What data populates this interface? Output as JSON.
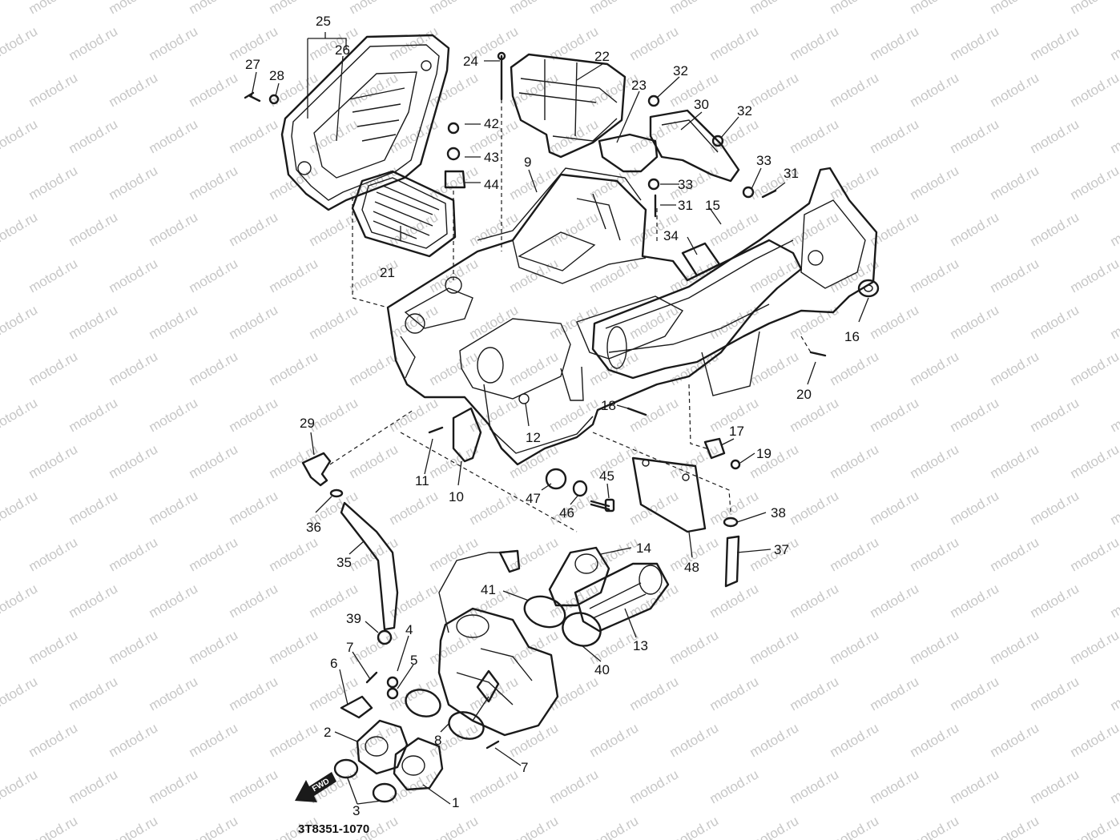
{
  "watermark": "motod.ru",
  "diagram_code": "3T8351-1070",
  "fwd_label": "FWD",
  "callouts": [
    "1",
    "2",
    "3",
    "4",
    "5",
    "6",
    "7",
    "8",
    "9",
    "10",
    "11",
    "12",
    "13",
    "14",
    "15",
    "16",
    "17",
    "18",
    "19",
    "20",
    "21",
    "22",
    "23",
    "24",
    "25",
    "26",
    "27",
    "28",
    "29",
    "30",
    "31",
    "32",
    "33",
    "34",
    "35",
    "36",
    "37",
    "38",
    "39",
    "40",
    "41",
    "42",
    "43",
    "44",
    "45",
    "46",
    "47",
    "48"
  ]
}
